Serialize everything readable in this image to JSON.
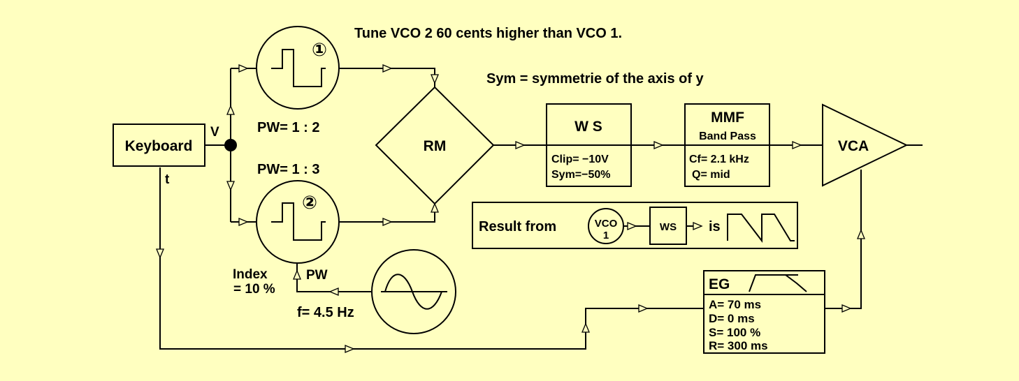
{
  "background_color": "#ffffc0",
  "header": {
    "tune_note": "Tune VCO 2  60  cents higher than VCO 1.",
    "sym_note": "Sym = symmetrie of the axis of y"
  },
  "keyboard": {
    "label": "Keyboard",
    "v_output": "V",
    "t_output": "t"
  },
  "vco1": {
    "number": "①",
    "pw_label": "PW= 1 : 2"
  },
  "vco2": {
    "number": "②",
    "pw_label": "PW= 1 : 3",
    "pw_input": "PW",
    "index_line1": "Index",
    "index_line2": "= 10 %"
  },
  "lfo": {
    "freq_label": "f= 4.5 Hz"
  },
  "rm": {
    "label": "RM"
  },
  "ws": {
    "title": "W S",
    "clip": "Clip= −10V",
    "sym": "Sym=−50%"
  },
  "mmf": {
    "title": "MMF",
    "subtitle": "Band Pass",
    "cf": "Cf= 2.1 kHz",
    "q": "Q= mid"
  },
  "vca": {
    "label": "VCA"
  },
  "eg": {
    "title": "EG",
    "attack": "A= 70 ms",
    "decay": "D= 0 ms",
    "sustain": "S= 100 %",
    "release": "R= 300 ms"
  },
  "result": {
    "prefix": "Result from",
    "vco_line1": "VCO",
    "vco_line2": "1",
    "ws_label": "WS",
    "is_label": "is"
  }
}
